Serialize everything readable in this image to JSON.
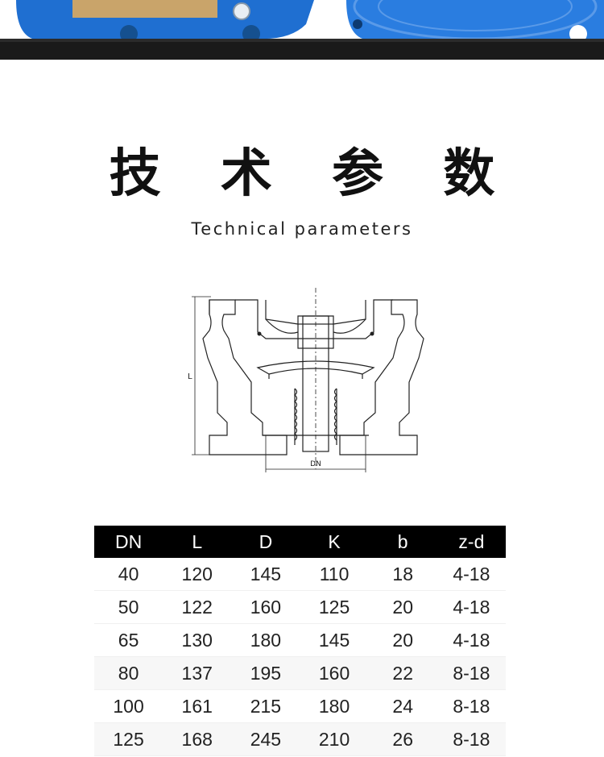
{
  "header": {
    "title_cn": "技 术 参 数",
    "title_en": "Technical parameters"
  },
  "diagram": {
    "label_length": "L",
    "label_diameter": "DN",
    "colors": {
      "line": "#222222",
      "valve_blue": "#1f6fd1",
      "brass": "#c9a46a"
    }
  },
  "table": {
    "columns": [
      "DN",
      "L",
      "D",
      "K",
      "b",
      "z-d"
    ],
    "rows": [
      [
        "40",
        "120",
        "145",
        "110",
        "18",
        "4-18"
      ],
      [
        "50",
        "122",
        "160",
        "125",
        "20",
        "4-18"
      ],
      [
        "65",
        "130",
        "180",
        "145",
        "20",
        "4-18"
      ],
      [
        "80",
        "137",
        "195",
        "160",
        "22",
        "8-18"
      ],
      [
        "100",
        "161",
        "215",
        "180",
        "24",
        "8-18"
      ],
      [
        "125",
        "168",
        "245",
        "210",
        "26",
        "8-18"
      ]
    ]
  }
}
